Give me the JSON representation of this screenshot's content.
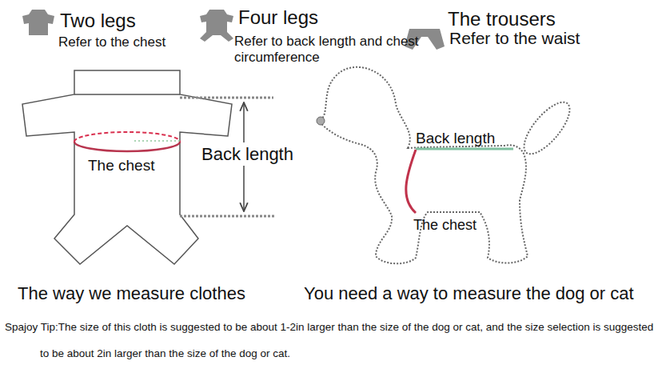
{
  "diagram": {
    "labels": [
      "Two legs",
      "Refer to the chest",
      "Four legs",
      "Refer to back length and chest circumference",
      "The trousers",
      "Refer to the waist",
      "The chest",
      "Back length",
      "Back length",
      "The chest",
      "The way we measure clothes",
      "You need a way to measure the dog or cat",
      "Spajoy Tip:The size of this cloth is suggested to be about 1-2in larger than the size of the dog or cat, and the size selection is suggested to be about 2in larger than the size of the dog or cat."
    ]
  }
}
